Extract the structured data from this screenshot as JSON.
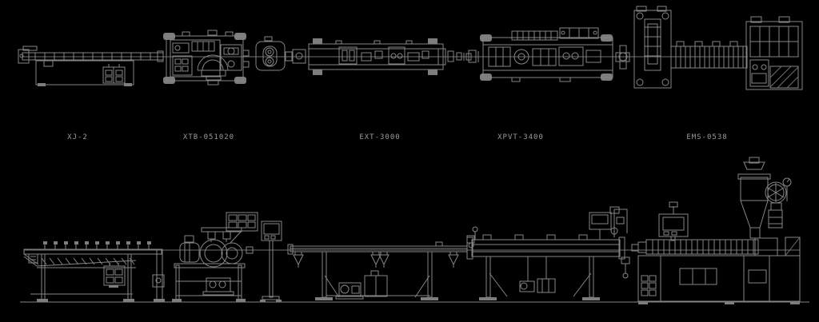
{
  "page": {
    "background_color": "#000000",
    "line_color": "#868686",
    "label_color": "#9b9b9b",
    "description": "Two-row engineering line drawing of a plastic extrusion production line: top row plan view with model labels, bottom row elevation view"
  },
  "top_row": {
    "machines": [
      {
        "id": "xj-2",
        "label": "XJ-2"
      },
      {
        "id": "xtb-051020",
        "label": "XTB-051020"
      },
      {
        "id": "ext-3000",
        "label": "EXT-3000"
      },
      {
        "id": "xpvt-3400",
        "label": "XPVT-3400"
      },
      {
        "id": "ems-0538",
        "label": "EMS-0538"
      }
    ]
  },
  "bottom_row": {
    "machines": [
      {
        "id": "collection-table"
      },
      {
        "id": "haul-off-unit"
      },
      {
        "id": "control-panel-stand"
      },
      {
        "id": "spray-cooling-tank"
      },
      {
        "id": "vacuum-calibration-tank"
      },
      {
        "id": "extruder-with-hopper"
      }
    ]
  }
}
